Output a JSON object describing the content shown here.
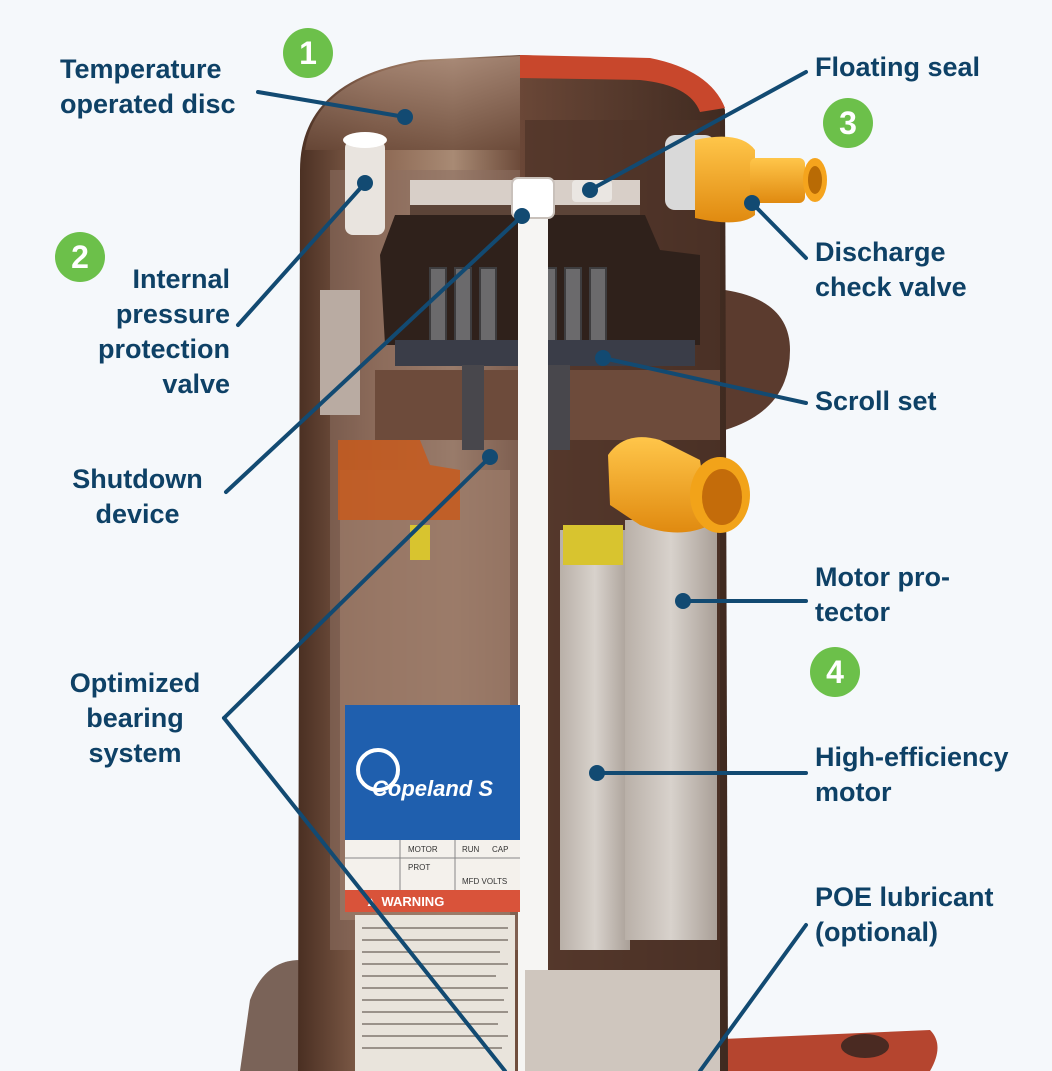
{
  "colors": {
    "background": "#f5f8fb",
    "label_text": "#0e4166",
    "leader_line": "#124a72",
    "badge": "#6cc04a",
    "shell_dark": "#5a3a2a",
    "shell_light": "#8f6b55",
    "accent_orange": "#f2a319",
    "accent_red": "#c8472c",
    "brand_blue": "#1f5fae"
  },
  "badges": [
    "1",
    "2",
    "3",
    "4"
  ],
  "labels": {
    "temperature_disc": "Temperature\noperated disc",
    "pressure_valve": "Internal\npressure\nprotection\nvalve",
    "shutdown_device": "Shutdown\ndevice",
    "bearing_system": "Optimized\nbearing\nsystem",
    "floating_seal": "Floating seal",
    "discharge_valve": "Discharge\ncheck valve",
    "scroll_set": "Scroll set",
    "motor_protector": "Motor pro-\ntector",
    "motor": "High-efficiency\nmotor",
    "poe_lubricant": "POE lubricant\n(optional)"
  },
  "product_label": {
    "brand": "Copeland S",
    "warning": "▲ WARNING",
    "table_headers": [
      "MOTOR",
      "RUN",
      "CAP",
      "PROT",
      "MFD VOLTS"
    ]
  }
}
